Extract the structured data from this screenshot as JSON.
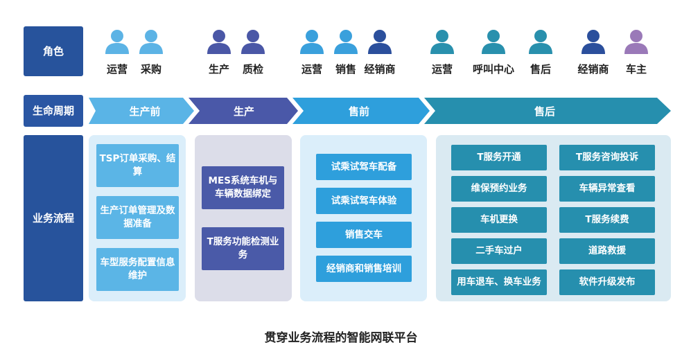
{
  "row_labels": {
    "role": "角色",
    "lifecycle": "生命周期",
    "flow": "业务流程"
  },
  "roles": [
    {
      "name": "运营",
      "color": "#5cb3e5"
    },
    {
      "name": "采购",
      "color": "#5cb3e5"
    },
    {
      "name": "生产",
      "color": "#4a57a6"
    },
    {
      "name": "质检",
      "color": "#4a57a6"
    },
    {
      "name": "运营",
      "color": "#3aa0dc"
    },
    {
      "name": "销售",
      "color": "#3aa0dc"
    },
    {
      "name": "经销商",
      "color": "#2b4f9c"
    },
    {
      "name": "运营",
      "color": "#2990ad"
    },
    {
      "name": "呼叫中心",
      "color": "#2990ad"
    },
    {
      "name": "售后",
      "color": "#2990ad"
    },
    {
      "name": "经销商",
      "color": "#2b4f9c"
    },
    {
      "name": "车主",
      "color": "#9a79b8"
    }
  ],
  "stages": [
    {
      "name": "生产前",
      "color": "#5ab4e6"
    },
    {
      "name": "生产",
      "color": "#4a58a8"
    },
    {
      "name": "售前",
      "color": "#2e9fdc"
    },
    {
      "name": "售后",
      "color": "#268fae"
    }
  ],
  "flows": {
    "pre_production": [
      "TSP订单采购、结算",
      "生产订单管理及数据准备",
      "车型服务配置信息维护"
    ],
    "production": [
      "MES系统车机与车辆数据绑定",
      "T服务功能检测业务"
    ],
    "pre_sales": [
      "试乘试驾车配备",
      "试乘试驾车体验",
      "销售交车",
      "经销商和销售培训"
    ],
    "after_sales_left": [
      "T服务开通",
      "维保预约业务",
      "车机更换",
      "二手车过户",
      "用车退车、换车业务"
    ],
    "after_sales_right": [
      "T服务咨询投诉",
      "车辆异常查看",
      "T服务续费",
      "道路救援",
      "软件升级发布"
    ]
  },
  "caption": "贯穿业务流程的智能网联平台"
}
